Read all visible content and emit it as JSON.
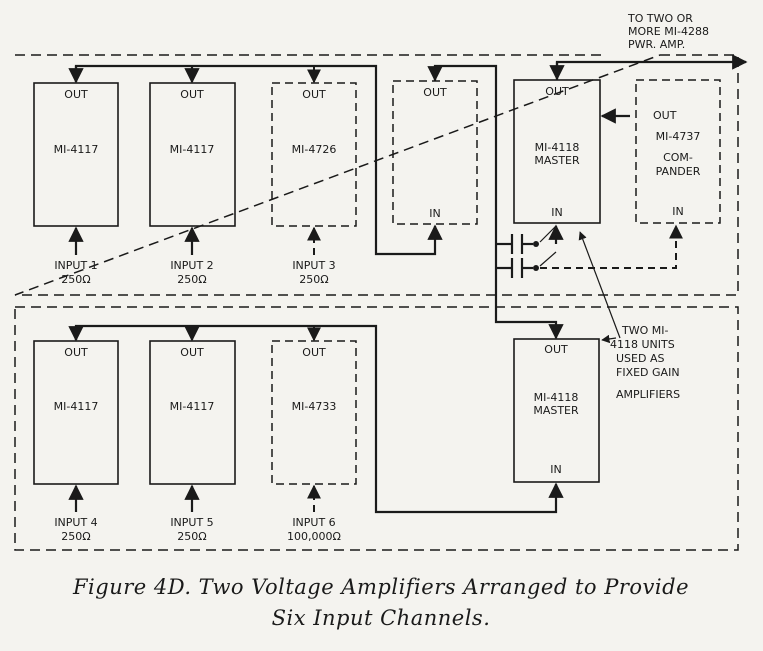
{
  "top_note": {
    "line1": "TO TWO OR",
    "line2": "MORE MI-4288",
    "line3": "PWR. AMP."
  },
  "units": {
    "u1": {
      "out": "OUT",
      "name": "MI-4117"
    },
    "u2": {
      "out": "OUT",
      "name": "MI-4117"
    },
    "u3": {
      "out": "OUT",
      "name": "MI-4726"
    },
    "u4": {
      "out": "OUT",
      "in": "IN"
    },
    "u5": {
      "out": "OUT",
      "name1": "MI-4118",
      "name2": "MASTER",
      "in": "IN"
    },
    "u6": {
      "out": "OUT",
      "name1": "MI-4737",
      "name2": "COM-",
      "name3": "PANDER",
      "in": "IN"
    },
    "u7": {
      "out": "OUT",
      "name": "MI-4117"
    },
    "u8": {
      "out": "OUT",
      "name": "MI-4117"
    },
    "u9": {
      "out": "OUT",
      "name": "MI-4733"
    },
    "u10": {
      "out": "OUT",
      "name1": "MI-4118",
      "name2": "MASTER",
      "in": "IN"
    }
  },
  "inputs": {
    "i1": {
      "label": "INPUT 1",
      "imp": "250Ω"
    },
    "i2": {
      "label": "INPUT 2",
      "imp": "250Ω"
    },
    "i3": {
      "label": "INPUT 3",
      "imp": "250Ω"
    },
    "i4": {
      "label": "INPUT 4",
      "imp": "250Ω"
    },
    "i5": {
      "label": "INPUT 5",
      "imp": "250Ω"
    },
    "i6": {
      "label": "INPUT 6",
      "imp": "100,000Ω"
    }
  },
  "annotation": {
    "line1": "TWO MI-",
    "line2": "4118 UNITS",
    "line3": "USED AS",
    "line4": "FIXED GAIN",
    "line5": "AMPLIFIERS"
  },
  "caption": {
    "line1": "Figure 4D.  Two Voltage Amplifiers Arranged to Provide",
    "line2": "Six Input Channels."
  }
}
